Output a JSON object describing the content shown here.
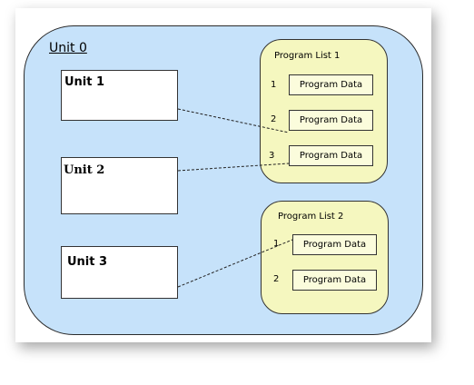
{
  "unit0": {
    "title": "Unit 0"
  },
  "units": [
    {
      "label": "Unit 1"
    },
    {
      "label": "Unit 2"
    },
    {
      "label": "Unit 3"
    }
  ],
  "program_lists": [
    {
      "title": "Program List 1",
      "items": [
        {
          "num": "1",
          "label": "Program Data"
        },
        {
          "num": "2",
          "label": "Program Data"
        },
        {
          "num": "3",
          "label": "Program Data"
        }
      ]
    },
    {
      "title": "Program List 2",
      "items": [
        {
          "num": "1",
          "label": "Program Data"
        },
        {
          "num": "2",
          "label": "Program Data"
        }
      ]
    }
  ],
  "colors": {
    "unit0_fill": "#c6e2fa",
    "program_list_fill": "#f5f7bf",
    "program_data_fill": "#fbfcdc",
    "unit_box_fill": "#ffffff",
    "border": "#333333"
  }
}
